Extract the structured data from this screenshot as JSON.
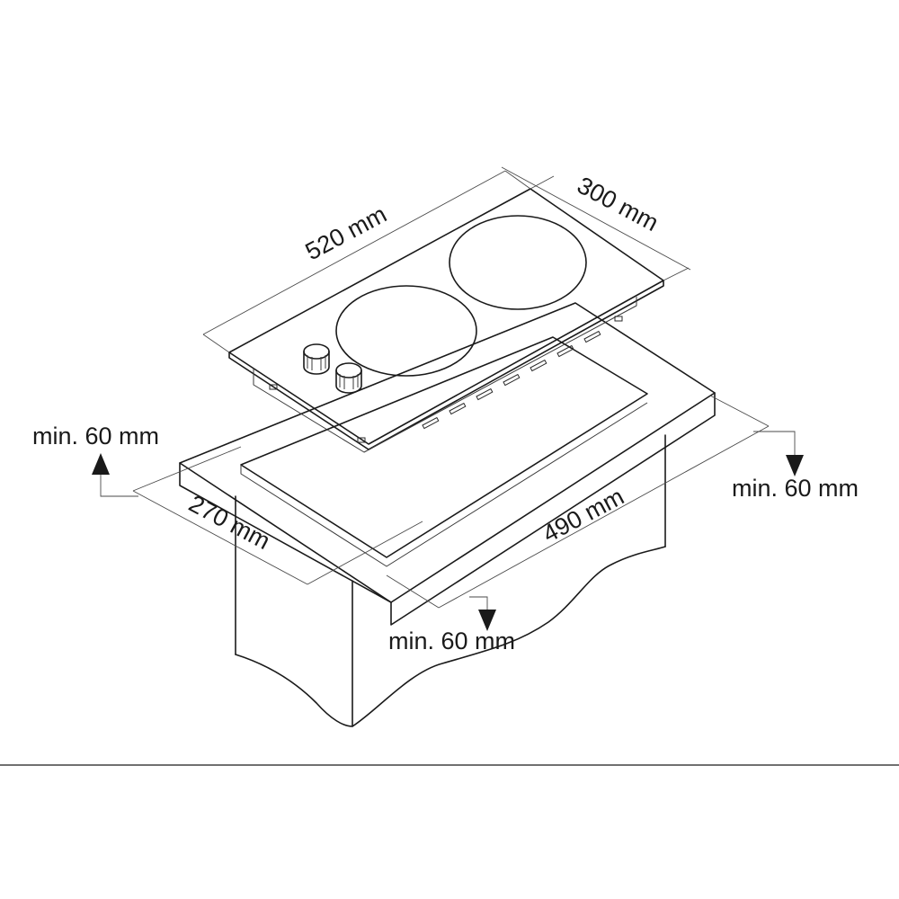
{
  "labels": {
    "hob_width": "520 mm",
    "hob_depth": "300 mm",
    "cutout_width": "490 mm",
    "cutout_depth": "270 mm",
    "clearance_left": "min. 60 mm",
    "clearance_right": "min. 60 mm",
    "clearance_front": "min. 60 mm"
  },
  "icons": {
    "arrow_up": "arrow-up-icon",
    "arrow_down": "arrow-down-icon"
  },
  "colors": {
    "line": "#1a1a1a",
    "background": "#ffffff"
  }
}
